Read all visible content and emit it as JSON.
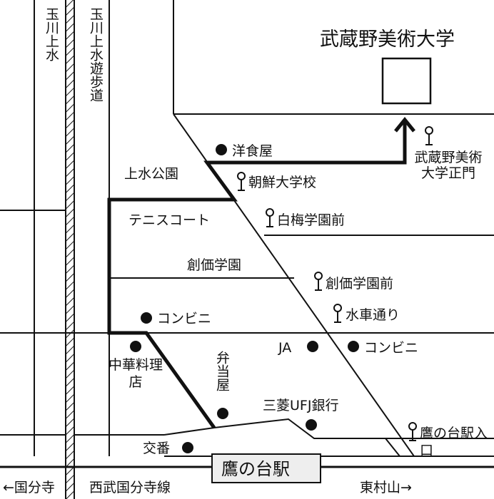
{
  "destination": "武蔵野美術大学",
  "promenade": {
    "left": "玉川上水",
    "right": "玉川上水遊歩道"
  },
  "landmarks": {
    "west_restaurant": "洋食屋",
    "park": "上水公園",
    "tennis": "テニスコート",
    "soka_gakuen": "創価学園",
    "conveni_left": "コンビニ",
    "chuka": "中華料理店",
    "bento": "弁当屋",
    "koban": "交番",
    "ja": "JA",
    "conveni_right": "コンビニ",
    "bank": "三菱UFJ銀行"
  },
  "bus_stops": {
    "gate": "武蔵野美術大学正門",
    "choson": "朝鮮大学校",
    "hakubai": "白梅学園前",
    "soka": "創価学園前",
    "suisha": "水車通り",
    "entrance": "鷹の台駅入口"
  },
  "station": "鷹の台駅",
  "railway": {
    "line_name": "西武国分寺線",
    "to_west": "←国分寺",
    "to_east": "東村山→"
  }
}
